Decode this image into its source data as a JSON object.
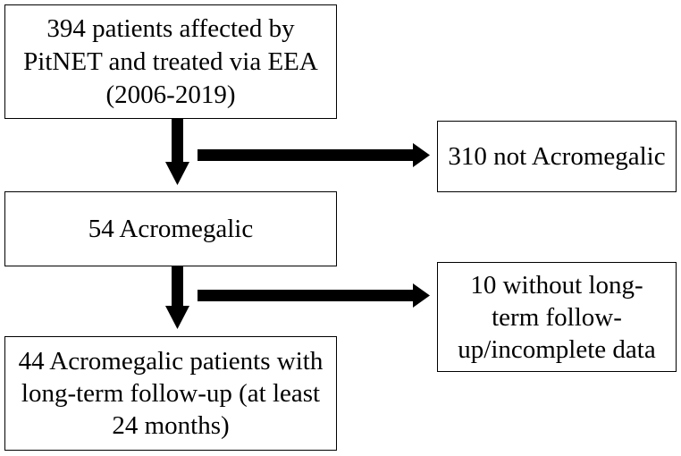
{
  "boxes": {
    "total": {
      "lines": [
        "394 patients affected by",
        "PitNET and treated via EEA",
        "(2006-2019)"
      ]
    },
    "acromegalic": {
      "lines": [
        "54 Acromegalic"
      ]
    },
    "final": {
      "lines": [
        "44 Acromegalic patients with",
        "long-term follow-up (at least",
        "24 months)"
      ]
    },
    "excluded_not_acro": {
      "lines": [
        "310 not Acromegalic"
      ]
    },
    "excluded_no_followup": {
      "lines": [
        "10 without long-",
        "term follow-",
        "up/incomplete data"
      ]
    }
  },
  "colors": {
    "stroke": "#000000",
    "background": "#ffffff"
  }
}
